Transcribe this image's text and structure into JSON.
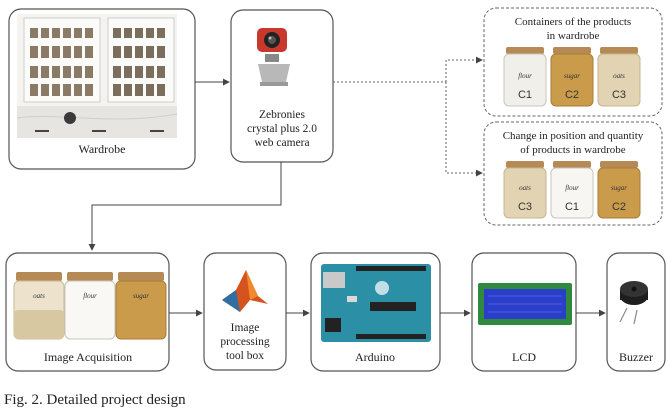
{
  "nodes": {
    "wardrobe": {
      "label": "Wardrobe"
    },
    "webcam": {
      "label_lines": [
        "Zebronies",
        "crystal plus 2.0",
        "web camera"
      ]
    },
    "containers": {
      "label_lines": [
        "Containers of the products",
        "in wardrobe"
      ],
      "jars": [
        "C1",
        "C2",
        "C3"
      ]
    },
    "change": {
      "label_lines": [
        "Change in position and quantity",
        "of products in wardrobe"
      ],
      "jars": [
        "C3",
        "C1",
        "C2"
      ]
    },
    "acquisition": {
      "label": "Image Acquisition"
    },
    "toolbox": {
      "label_lines": [
        "Image",
        "processing",
        "tool box"
      ]
    },
    "arduino": {
      "label": "Arduino"
    },
    "lcd": {
      "label": "LCD"
    },
    "buzzer": {
      "label": "Buzzer"
    }
  },
  "caption": "Fig. 2. Detailed project design",
  "colors": {
    "box_border": "#555555",
    "arrow": "#444444",
    "lcd_screen": "#2a3ec9",
    "arduino_board": "#2b8fa6",
    "matlab": "#d6521e"
  }
}
